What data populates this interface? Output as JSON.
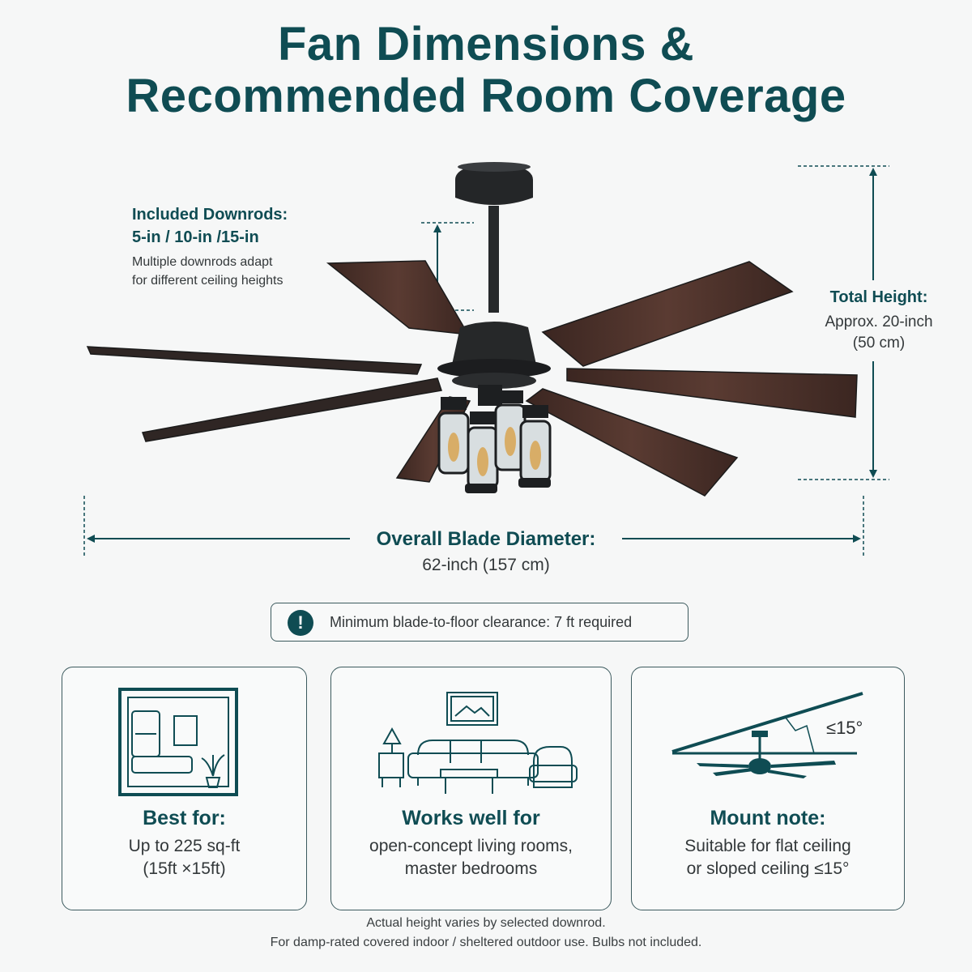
{
  "header": {
    "title_line1": "Fan Dimensions &",
    "title_line2": "Recommended Room Coverage"
  },
  "downrods": {
    "heading": "Included Downrods:",
    "sizes": "5-in / 10-in /15-in",
    "desc_line1": "Multiple downrods adapt",
    "desc_line2": "for different ceiling heights"
  },
  "height": {
    "heading": "Total Height:",
    "value_line1": "Approx. 20-inch",
    "value_line2": "(50 cm)"
  },
  "diameter": {
    "heading": "Overall Blade Diameter:",
    "value": "62-inch (157 cm)"
  },
  "notice": {
    "icon": "exclamation-icon",
    "text": "Minimum blade-to-floor clearance: 7 ft required"
  },
  "cards": [
    {
      "icon": "room-floorplan-icon",
      "title": "Best for:",
      "line1": "Up to 225 sq-ft",
      "line2": "(15ft ×15ft)"
    },
    {
      "icon": "living-room-icon",
      "title": "Works well for",
      "line1": "open-concept living rooms,",
      "line2": "master bedrooms"
    },
    {
      "icon": "sloped-ceiling-icon",
      "title": "Mount note:",
      "line1": "Suitable for flat ceiling",
      "line2": "or sloped ceiling ≤15°",
      "angle_label": "≤15°"
    }
  ],
  "footnotes": {
    "line1": "Actual height varies by selected downrod.",
    "line2": "For damp-rated covered indoor / sheltered outdoor use. Bulbs not included."
  },
  "colors": {
    "accent": "#0f4c53",
    "blade_wood": "#4a3029",
    "fan_metal": "#222426",
    "background": "#f6f7f7"
  }
}
